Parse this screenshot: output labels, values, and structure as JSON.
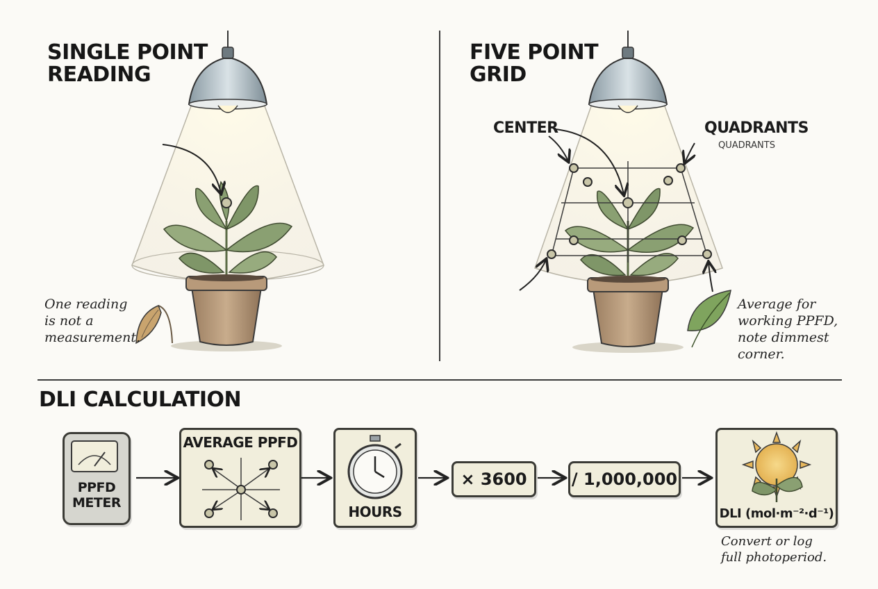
{
  "panels": {
    "single": {
      "title": "SINGLE POINT\nREADING",
      "note": "One reading\nis not a\nmeasurement."
    },
    "grid": {
      "title": "FIVE POINT\nGRID",
      "center_label": "CENTER",
      "quadrants_label": "QUADRANTS",
      "quadrants_sublabel": "QUADRANTS",
      "note": "Average for\nworking PPFD,\nnote dimmest\ncorner."
    }
  },
  "dli": {
    "title": "DLI CALCULATION",
    "steps": {
      "meter": "PPFD\nMETER",
      "average": "AVERAGE PPFD",
      "hours": "HOURS",
      "multiply": "× 3600",
      "divide": "/ 1,000,000",
      "result": "DLI (mol·m⁻²·d⁻¹)"
    },
    "note": "Convert or log\nfull photoperiod."
  },
  "colors": {
    "ink": "#2b2b2b",
    "box_fill": "#f1eedc",
    "leaf": "#7f9668",
    "pot": "#b89a7a",
    "sun": "#e8b85c"
  }
}
